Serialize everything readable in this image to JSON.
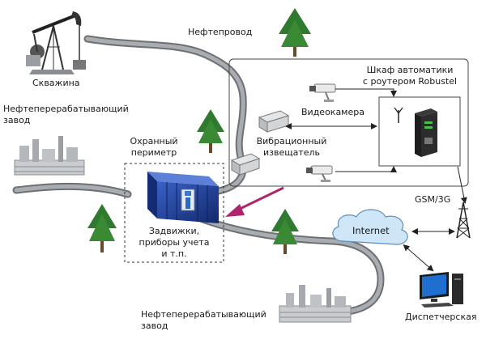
{
  "colors": {
    "pipe": "#8f9296",
    "pipe_edge": "#5d6064",
    "box_border": "#444444",
    "perimeter_border": "#333333",
    "arrow_magenta": "#b0246e",
    "cloud_fill": "#cfe6f7",
    "cloud_stroke": "#5a8fbf",
    "container_blue": "#1d3f9c",
    "tree_green": "#2f7a2f",
    "connector": "#222222"
  },
  "icons": {
    "wellhead": "oil-pump-jack-icon",
    "refinery": "refinery-plant-icon",
    "tree": "pine-tree-icon",
    "camera": "video-camera-icon",
    "sensor": "vibration-sensor-icon",
    "router": "robustel-router-icon",
    "tower": "cell-tower-icon",
    "cloud": "internet-cloud-icon",
    "computer": "dispatcher-computer-icon",
    "container": "valve-container-icon"
  },
  "labels": {
    "well": "Скважина",
    "pipeline": "Нефтепровод",
    "refinery_top": "Нефтеперерабатывающий\nзавод",
    "perimeter": "Охранный\nпериметр",
    "valves": "Задвижки,\nприборы учета\nи т.п.",
    "cabinet": "Шкаф автоматики\nс роутером Robustel",
    "camera": "Видеокамера",
    "vibration": "Вибрационный\nизвещатель",
    "gsm": "GSM/3G",
    "internet": "Internet",
    "dispatch": "Диспетчерская",
    "refinery_bottom": "Нефтеперерабатывающий\nзавод"
  }
}
